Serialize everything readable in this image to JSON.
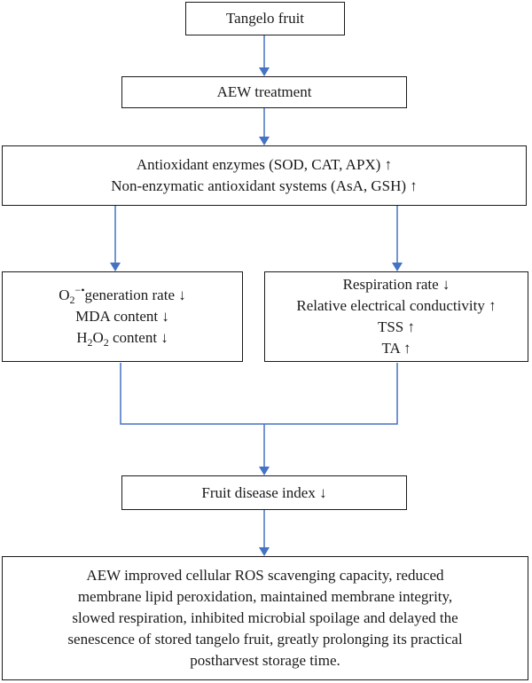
{
  "nodes": {
    "tangelo": {
      "text": "Tangelo fruit"
    },
    "aew": {
      "text": "AEW treatment"
    },
    "antioxidant": {
      "lines": [
        "Antioxidant enzymes (SOD, CAT, APX) ↑",
        "Non-enzymatic antioxidant systems (AsA, GSH) ↑"
      ]
    },
    "left_effects": {
      "o2": {
        "base": "O",
        "sub": "2",
        "sup": "−•",
        "rest": "generation rate ↓"
      },
      "mda": "MDA content ↓",
      "h2o2": {
        "a": "H",
        "sub1": "2",
        "b": "O",
        "sub2": "2",
        "rest": " content ↓"
      }
    },
    "right_effects": {
      "lines": [
        "Respiration rate ↓",
        "Relative electrical conductivity ↑",
        "TSS ↑",
        "TA ↑"
      ]
    },
    "disease": {
      "text": "Fruit disease index ↓"
    },
    "conclusion": {
      "lines": [
        "AEW improved cellular ROS scavenging capacity, reduced",
        "membrane lipid peroxidation, maintained membrane integrity,",
        "slowed respiration, inhibited microbial spoilage and delayed the",
        "senescence of stored tangelo fruit, greatly prolonging its practical",
        "postharvest storage time."
      ]
    }
  },
  "colors": {
    "arrow": "#4472C4",
    "border": "#1a1a1a"
  }
}
